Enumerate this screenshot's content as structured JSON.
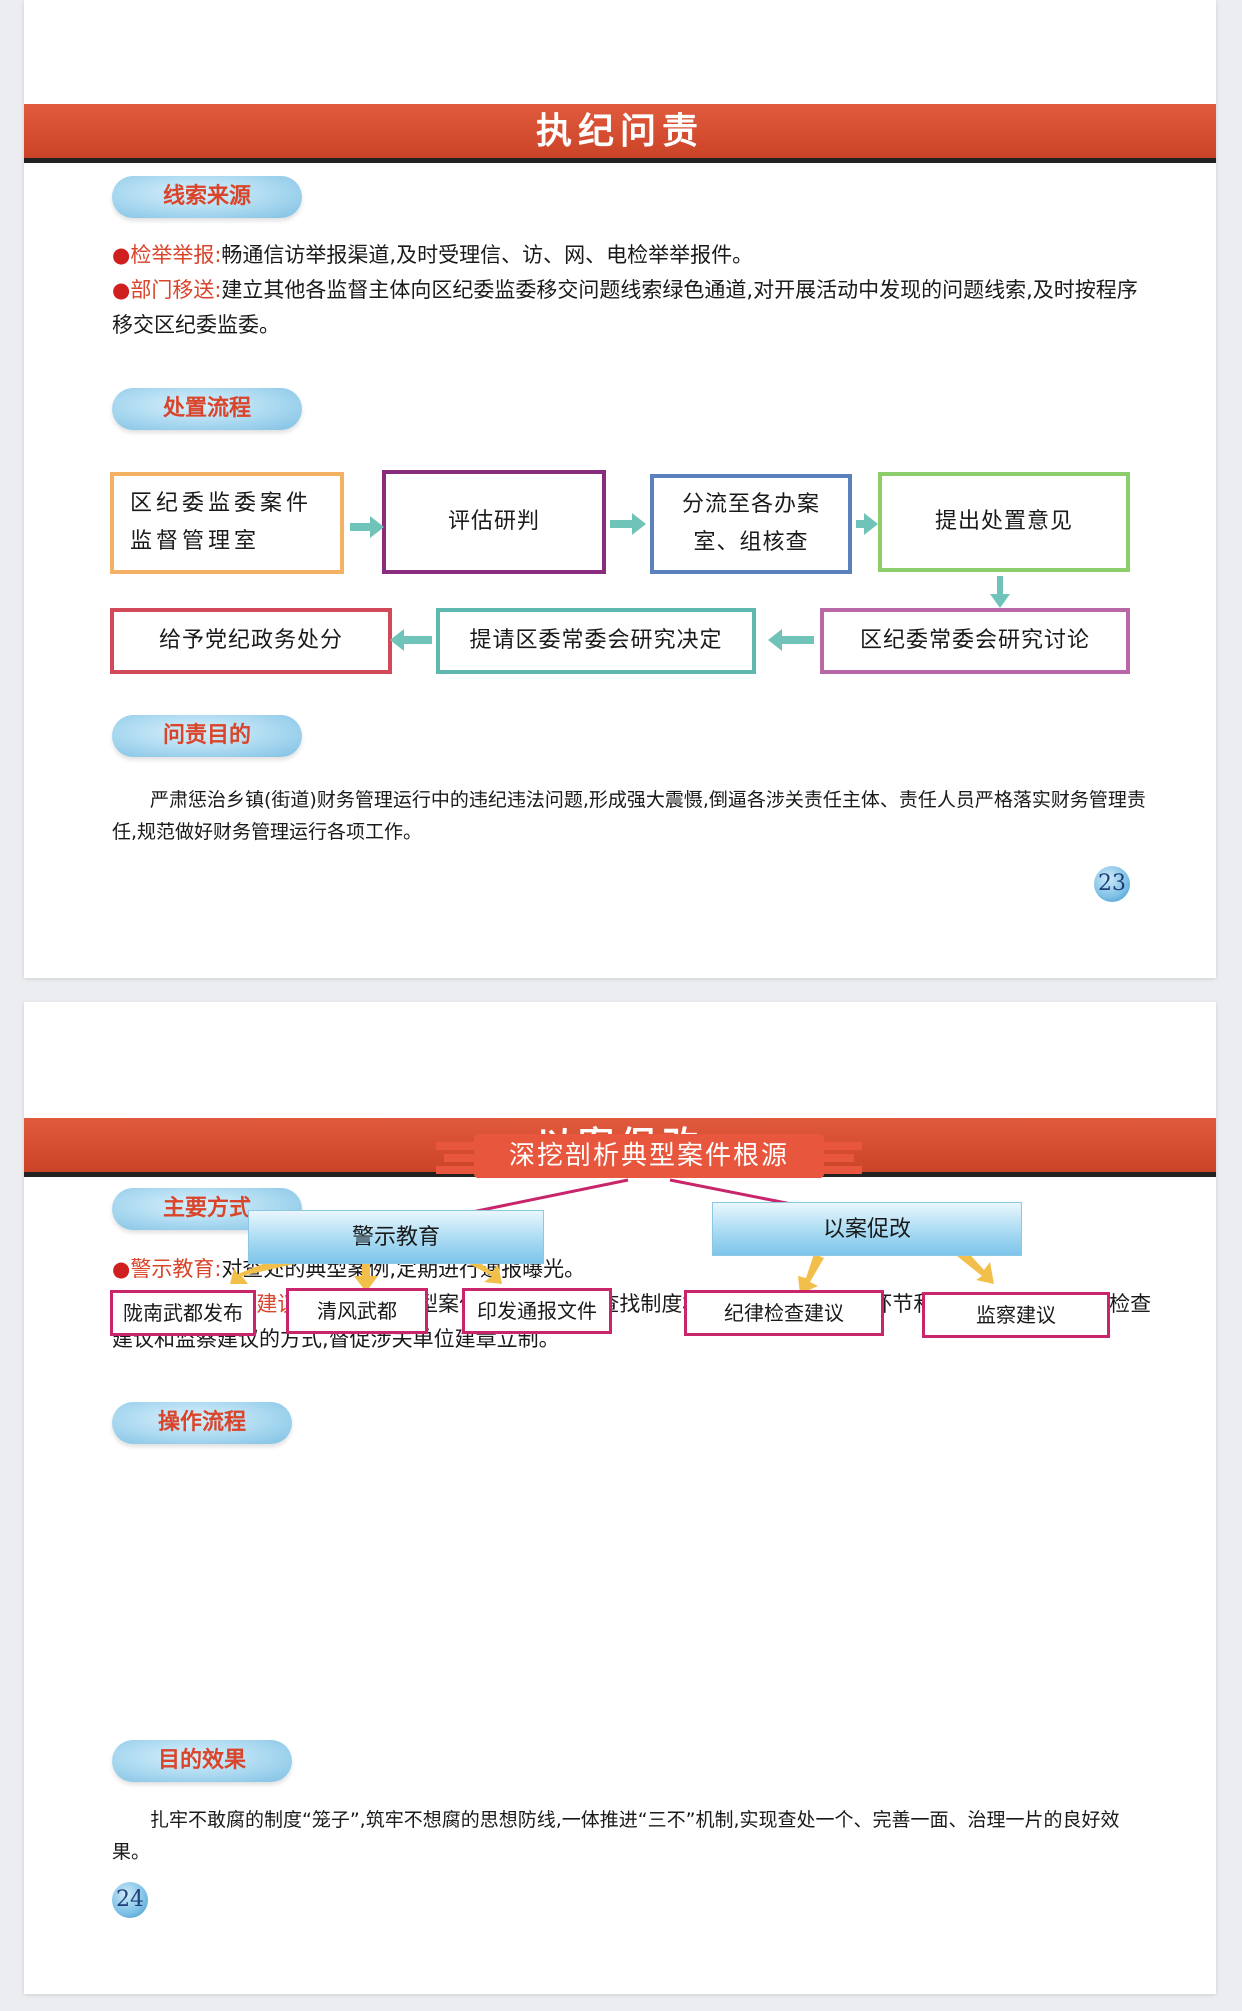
{
  "page1": {
    "title": "执纪问责",
    "sec1": {
      "heading": "线索来源",
      "item1_lead": "检举举报:",
      "item1_text": "畅通信访举报渠道,及时受理信、访、网、电检举举报件。",
      "item2_lead": "部门移送:",
      "item2_text": "建立其他各监督主体向区纪委监委移交问题线索绿色通道,对开展活动中发现的问题线索,及时按程序移交区纪委监委。"
    },
    "sec2": {
      "heading": "处置流程",
      "steps": [
        "区纪委监委案件监督管理室",
        "评估研判",
        "分流至各办案室、组核查",
        "提出处置意见",
        "区纪委常委会研究讨论",
        "提请区委常委会研究决定",
        "给予党纪政务处分"
      ]
    },
    "sec3": {
      "heading": "问责目的",
      "text": "严肃惩治乡镇(街道)财务管理运行中的违纪违法问题,形成强大震慑,倒逼各涉关责任主体、责任人员严格落实财务管理责任,规范做好财务管理运行各项工作。"
    },
    "page_number": "23"
  },
  "page2": {
    "title": "以案促改",
    "sec1": {
      "heading": "主要方式",
      "item1_lead": "警示教育:",
      "item1_text": "对查处的典型案例,定期进行通报曝光。",
      "item2_lead": "下发纪检监察建议:",
      "item2_text": " 深入剖析典型案件发生的根源, 查找制度机制方面存在的薄弱环节和漏洞,通过下发纪律检查建议和监察建议的方式,督促涉关单位建章立制。"
    },
    "sec2": {
      "heading": "操作流程",
      "root": "深挖剖析典型案件根源",
      "branch_left": "警示教育",
      "branch_right": "以案促改",
      "leaves_left": [
        "陇南武都发布",
        "清风武都",
        "印发通报文件"
      ],
      "leaves_right": [
        "纪律检查建议",
        "监察建议"
      ]
    },
    "sec3": {
      "heading": "目的效果",
      "text": "扎牢不敢腐的制度“笼子”,筑牢不想腐的思想防线,一体推进“三不”机制,实现查处一个、完善一面、治理一片的良好效果。"
    },
    "page_number": "24"
  },
  "colors": {
    "banner": "#cc4428",
    "accent_text": "#d9442a",
    "arrow": "#6fc3b9",
    "tree_line": "#c8256a",
    "tree_arrow": "#f2c04a"
  }
}
